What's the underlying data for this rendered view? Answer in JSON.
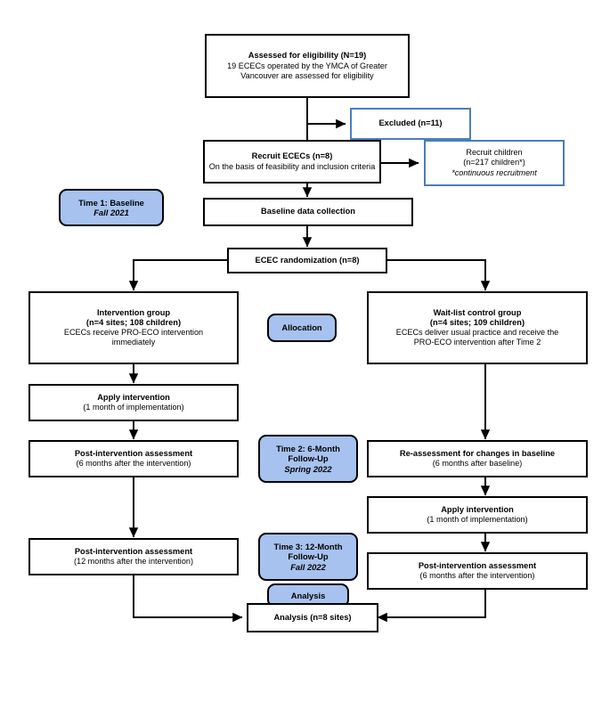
{
  "figure": {
    "type": "flowchart",
    "title": "PRO-ECO stepped-wedge trial CONSORT flow diagram",
    "colors": {
      "box_border": "#000000",
      "box_fill": "#ffffff",
      "highlight_border": "#4a7ebb",
      "tag_fill": "#a7c2ef",
      "line": "#000000"
    }
  },
  "nodes": {
    "assessed": {
      "lines": [
        {
          "text": "Assessed for eligibility (N=19)",
          "style": "b"
        },
        {
          "text": "19 ECECs operated by the YMCA of Greater",
          "style": "n"
        },
        {
          "text": "Vancouver are assessed for eligibility",
          "style": "n"
        }
      ]
    },
    "excluded": {
      "lines": [
        {
          "text": "Excluded (n=11)",
          "style": "b"
        }
      ]
    },
    "recruit_ececs": {
      "lines": [
        {
          "text": "Recruit ECECs (n=8)",
          "style": "b"
        },
        {
          "text": "On the basis of feasibility and inclusion criteria",
          "style": "n"
        }
      ]
    },
    "recruit_children": {
      "lines": [
        {
          "text": "Recruit children",
          "style": "n"
        },
        {
          "text": "(n=217 children*)",
          "style": "n"
        },
        {
          "text": "*continuous recruitment",
          "style": "ni"
        }
      ]
    },
    "baseline_collection": {
      "lines": [
        {
          "text": "Baseline data collection",
          "style": "b"
        }
      ]
    },
    "time1_tag": {
      "lines": [
        {
          "text": "Time 1: Baseline",
          "style": "b"
        },
        {
          "text": "Fall 2021",
          "style": "i"
        }
      ]
    },
    "randomization": {
      "lines": [
        {
          "text": "ECEC randomization (n=8)",
          "style": "b"
        }
      ]
    },
    "intervention_group": {
      "lines": [
        {
          "text": "Intervention group",
          "style": "b"
        },
        {
          "text": "(n=4 sites; 108 children)",
          "style": "b"
        },
        {
          "text": "ECECs receive PRO-ECO intervention",
          "style": "n"
        },
        {
          "text": "immediately",
          "style": "n"
        }
      ]
    },
    "allocation_tag": {
      "lines": [
        {
          "text": "Allocation",
          "style": "b"
        }
      ]
    },
    "control_group": {
      "lines": [
        {
          "text": "Wait-list control group",
          "style": "b"
        },
        {
          "text": "(n=4 sites; 109 children)",
          "style": "b"
        },
        {
          "text": "ECECs deliver usual practice and receive the",
          "style": "n"
        },
        {
          "text": "PRO-ECO intervention after Time 2",
          "style": "n"
        }
      ]
    },
    "apply_left": {
      "lines": [
        {
          "text": "Apply intervention",
          "style": "b"
        },
        {
          "text": "(1 month of implementation)",
          "style": "n"
        }
      ]
    },
    "post_left_6": {
      "lines": [
        {
          "text": "Post-intervention assessment",
          "style": "b"
        },
        {
          "text": "(6 months after the intervention)",
          "style": "n"
        }
      ]
    },
    "time2_tag": {
      "lines": [
        {
          "text": "Time 2: 6-Month",
          "style": "b"
        },
        {
          "text": "Follow-Up",
          "style": "b"
        },
        {
          "text": "Spring 2022",
          "style": "i"
        }
      ]
    },
    "reassessment": {
      "lines": [
        {
          "text": "Re-assessment for changes in baseline",
          "style": "b"
        },
        {
          "text": "(6 months after baseline)",
          "style": "n"
        }
      ]
    },
    "apply_right": {
      "lines": [
        {
          "text": "Apply intervention",
          "style": "b"
        },
        {
          "text": "(1 month of implementation)",
          "style": "n"
        }
      ]
    },
    "post_left_12": {
      "lines": [
        {
          "text": "Post-intervention assessment",
          "style": "b"
        },
        {
          "text": "(12 months after the intervention)",
          "style": "n"
        }
      ]
    },
    "time3_tag": {
      "lines": [
        {
          "text": "Time 3: 12-Month",
          "style": "b"
        },
        {
          "text": "Follow-Up",
          "style": "b"
        },
        {
          "text": "Fall 2022",
          "style": "i"
        }
      ]
    },
    "analysis_tag": {
      "lines": [
        {
          "text": "Analysis",
          "style": "b"
        }
      ]
    },
    "post_right_6": {
      "lines": [
        {
          "text": "Post-intervention assessment",
          "style": "b"
        },
        {
          "text": "(6 months after the intervention)",
          "style": "n"
        }
      ]
    },
    "analysis_box": {
      "lines": [
        {
          "text": "Analysis (n=8 sites)",
          "style": "b"
        }
      ]
    }
  }
}
